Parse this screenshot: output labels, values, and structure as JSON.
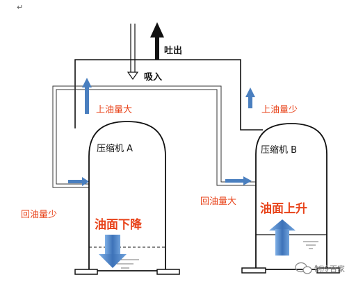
{
  "corner_mark": "↵",
  "labels": {
    "discharge": "吐出",
    "suction": "吸入",
    "return_large_a": "上油量大",
    "return_small_b": "上油量少",
    "compressor_a": "压缩机 A",
    "compressor_b": "压缩机 B",
    "return_small_a": "回油量少",
    "return_large_b": "回油量大",
    "oil_down": "油面下降",
    "oil_up": "油面上升",
    "watermark": "制冷百家"
  },
  "colors": {
    "accent_red": "#e8431a",
    "arrow_blue": "#4a7fbf",
    "line_black": "#111111"
  },
  "icons": {
    "watermark_icon": "wechat-bubble-icon"
  }
}
